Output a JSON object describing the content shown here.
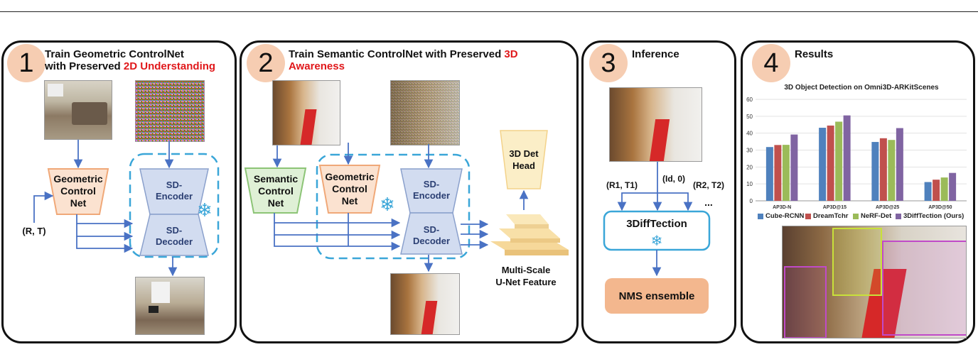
{
  "panel1": {
    "number": "1",
    "title_a": "Train Geometric ControlNet",
    "title_b": "with Preserved ",
    "title_b_red": "2D Understanding",
    "control": "Geometric\nControl\nNet",
    "encoder": "SD-\nEncoder",
    "decoder": "SD-\nDecoder",
    "pose": "(R, T)"
  },
  "panel2": {
    "number": "2",
    "title_a": "Train Semantic ControlNet with Preserved ",
    "title_a_red": "3D",
    "title_b_red": "Awareness",
    "semantic": "Semantic\nControl\nNet",
    "geometric": "Geometric\nControl\nNet",
    "encoder": "SD-\nEncoder",
    "decoder": "SD-\nDecoder",
    "head": "3D Det\nHead",
    "feature": "Multi-Scale\nU-Net Feature"
  },
  "panel3": {
    "number": "3",
    "title": "Inference",
    "p1": "(R1, T1)",
    "p0": "(Id, 0)",
    "p2": "(R2, T2)",
    "dots": "...",
    "model": "3DiffTection",
    "ensemble": "NMS ensemble"
  },
  "panel4": {
    "number": "4",
    "title": "Results"
  },
  "colors": {
    "blue_arrow": "#4a72c4",
    "dash": "#3aa6d8",
    "sd_fill": "#d2dcf0",
    "geo_fill": "#fbe2d0",
    "geo_stroke": "#f0a878",
    "sem_fill": "#dff0d6",
    "sem_stroke": "#8cc476",
    "head_fill": "#fbeec7",
    "nms_fill": "#f3b78e"
  },
  "chart_data": {
    "type": "bar",
    "title": "3D Object Detection on Omni3D-ARKitScenes",
    "categories": [
      "AP3D-N",
      "AP3D@15",
      "AP3D@25",
      "AP3D@50"
    ],
    "series": [
      {
        "name": "Cube-RCNN",
        "color": "#4f81bd",
        "values": [
          31.8,
          43.2,
          34.8,
          11.1
        ]
      },
      {
        "name": "DreamTchr",
        "color": "#c0504d",
        "values": [
          33.0,
          44.5,
          37.0,
          12.5
        ]
      },
      {
        "name": "NeRF-Det",
        "color": "#9bbb59",
        "values": [
          33.1,
          46.8,
          36.0,
          13.8
        ]
      },
      {
        "name": "3DiffTection (Ours)",
        "color": "#8064a2",
        "values": [
          39.2,
          50.5,
          43.0,
          16.5
        ]
      }
    ],
    "ylim": [
      0,
      60
    ],
    "yticks": [
      0,
      10,
      20,
      30,
      40,
      50,
      60
    ],
    "grid": true,
    "legend": "bottom"
  }
}
